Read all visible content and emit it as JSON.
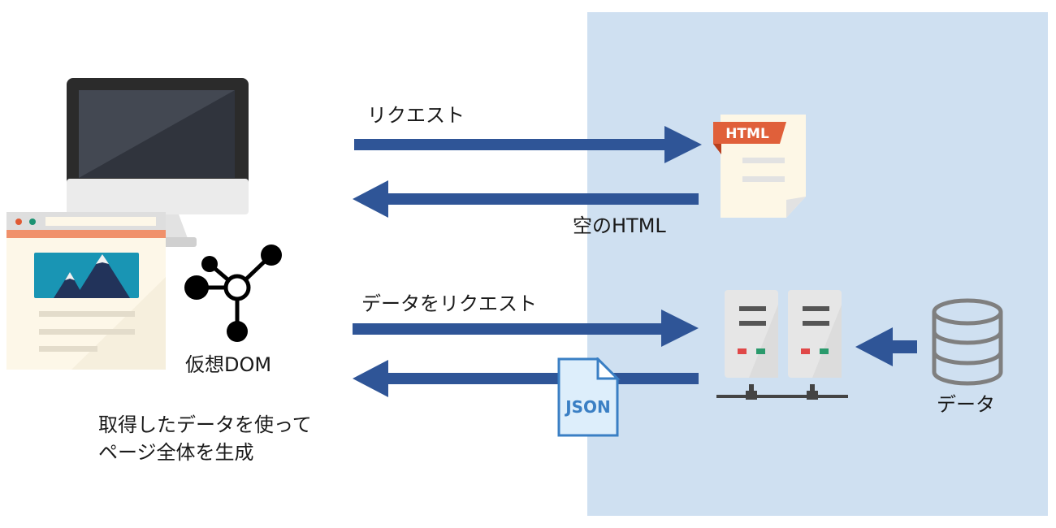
{
  "diagram": {
    "title": "Client-side rendering flow",
    "colors": {
      "arrow": "#2f5597",
      "server_panel": "#cfe0f1",
      "html_badge": "#e0603a",
      "json_accent": "#3a7fc4"
    },
    "client": {
      "virtual_dom_label": "仮想DOM",
      "caption_line1": "取得したデータを使って",
      "caption_line2": "ページ全体を生成"
    },
    "flows": {
      "request_label": "リクエスト",
      "empty_html_label": "空のHTML",
      "data_request_label": "データをリクエスト"
    },
    "server": {
      "html_doc_badge": "HTML",
      "json_doc_label": "JSON",
      "database_label": "データ"
    },
    "icons": {
      "monitor": "desktop-monitor-icon",
      "browser": "browser-window-icon",
      "vdom": "node-graph-icon",
      "html_file": "html-file-icon",
      "json_file": "json-file-icon",
      "server": "server-rack-icon",
      "database": "database-icon"
    }
  }
}
